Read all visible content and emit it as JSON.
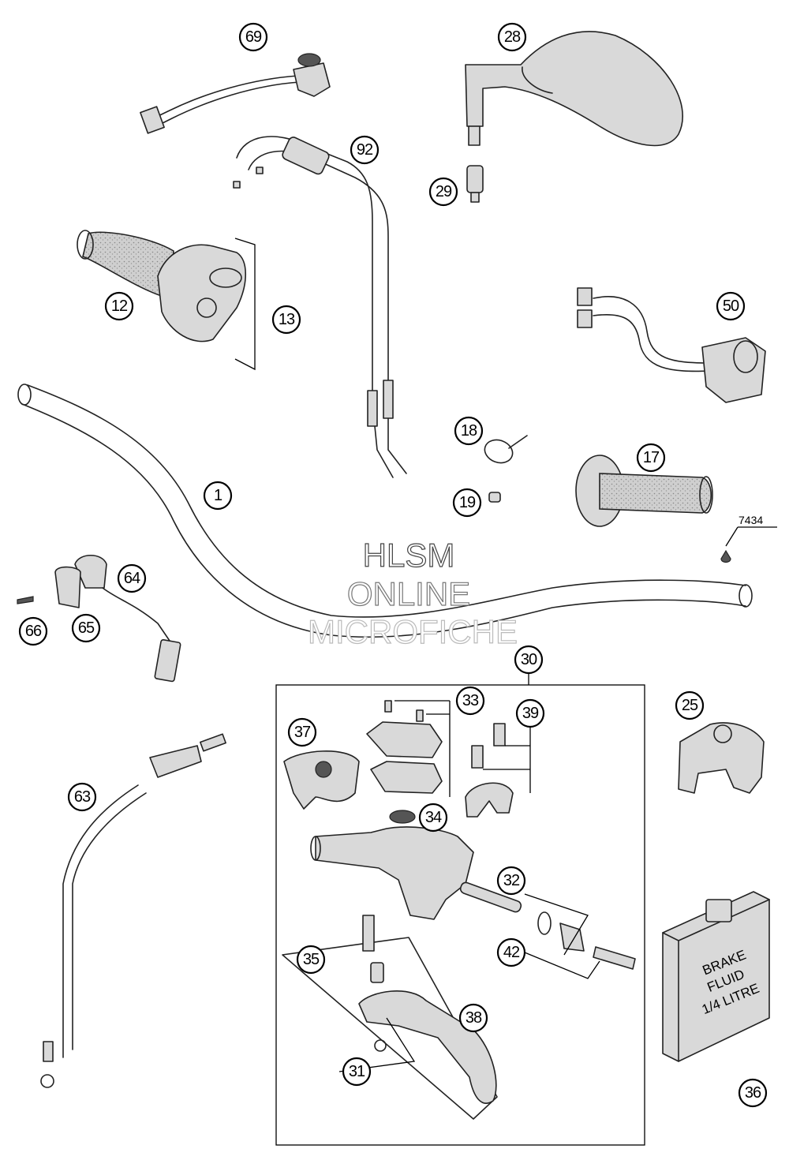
{
  "watermark": {
    "line1": "HLSM",
    "line2": "ONLINE",
    "line3": "MICROFICHE"
  },
  "callouts": [
    "69",
    "28",
    "92",
    "29",
    "12",
    "13",
    "50",
    "18",
    "17",
    "19",
    "1",
    "64",
    "66",
    "65",
    "30",
    "33",
    "25",
    "37",
    "39",
    "63",
    "34",
    "32",
    "35",
    "42",
    "38",
    "31",
    "36"
  ],
  "reference_label": "7434",
  "bottle_label": {
    "line1": "BRAKE",
    "line2": "FLUID",
    "line3": "1/4 LITRE"
  }
}
